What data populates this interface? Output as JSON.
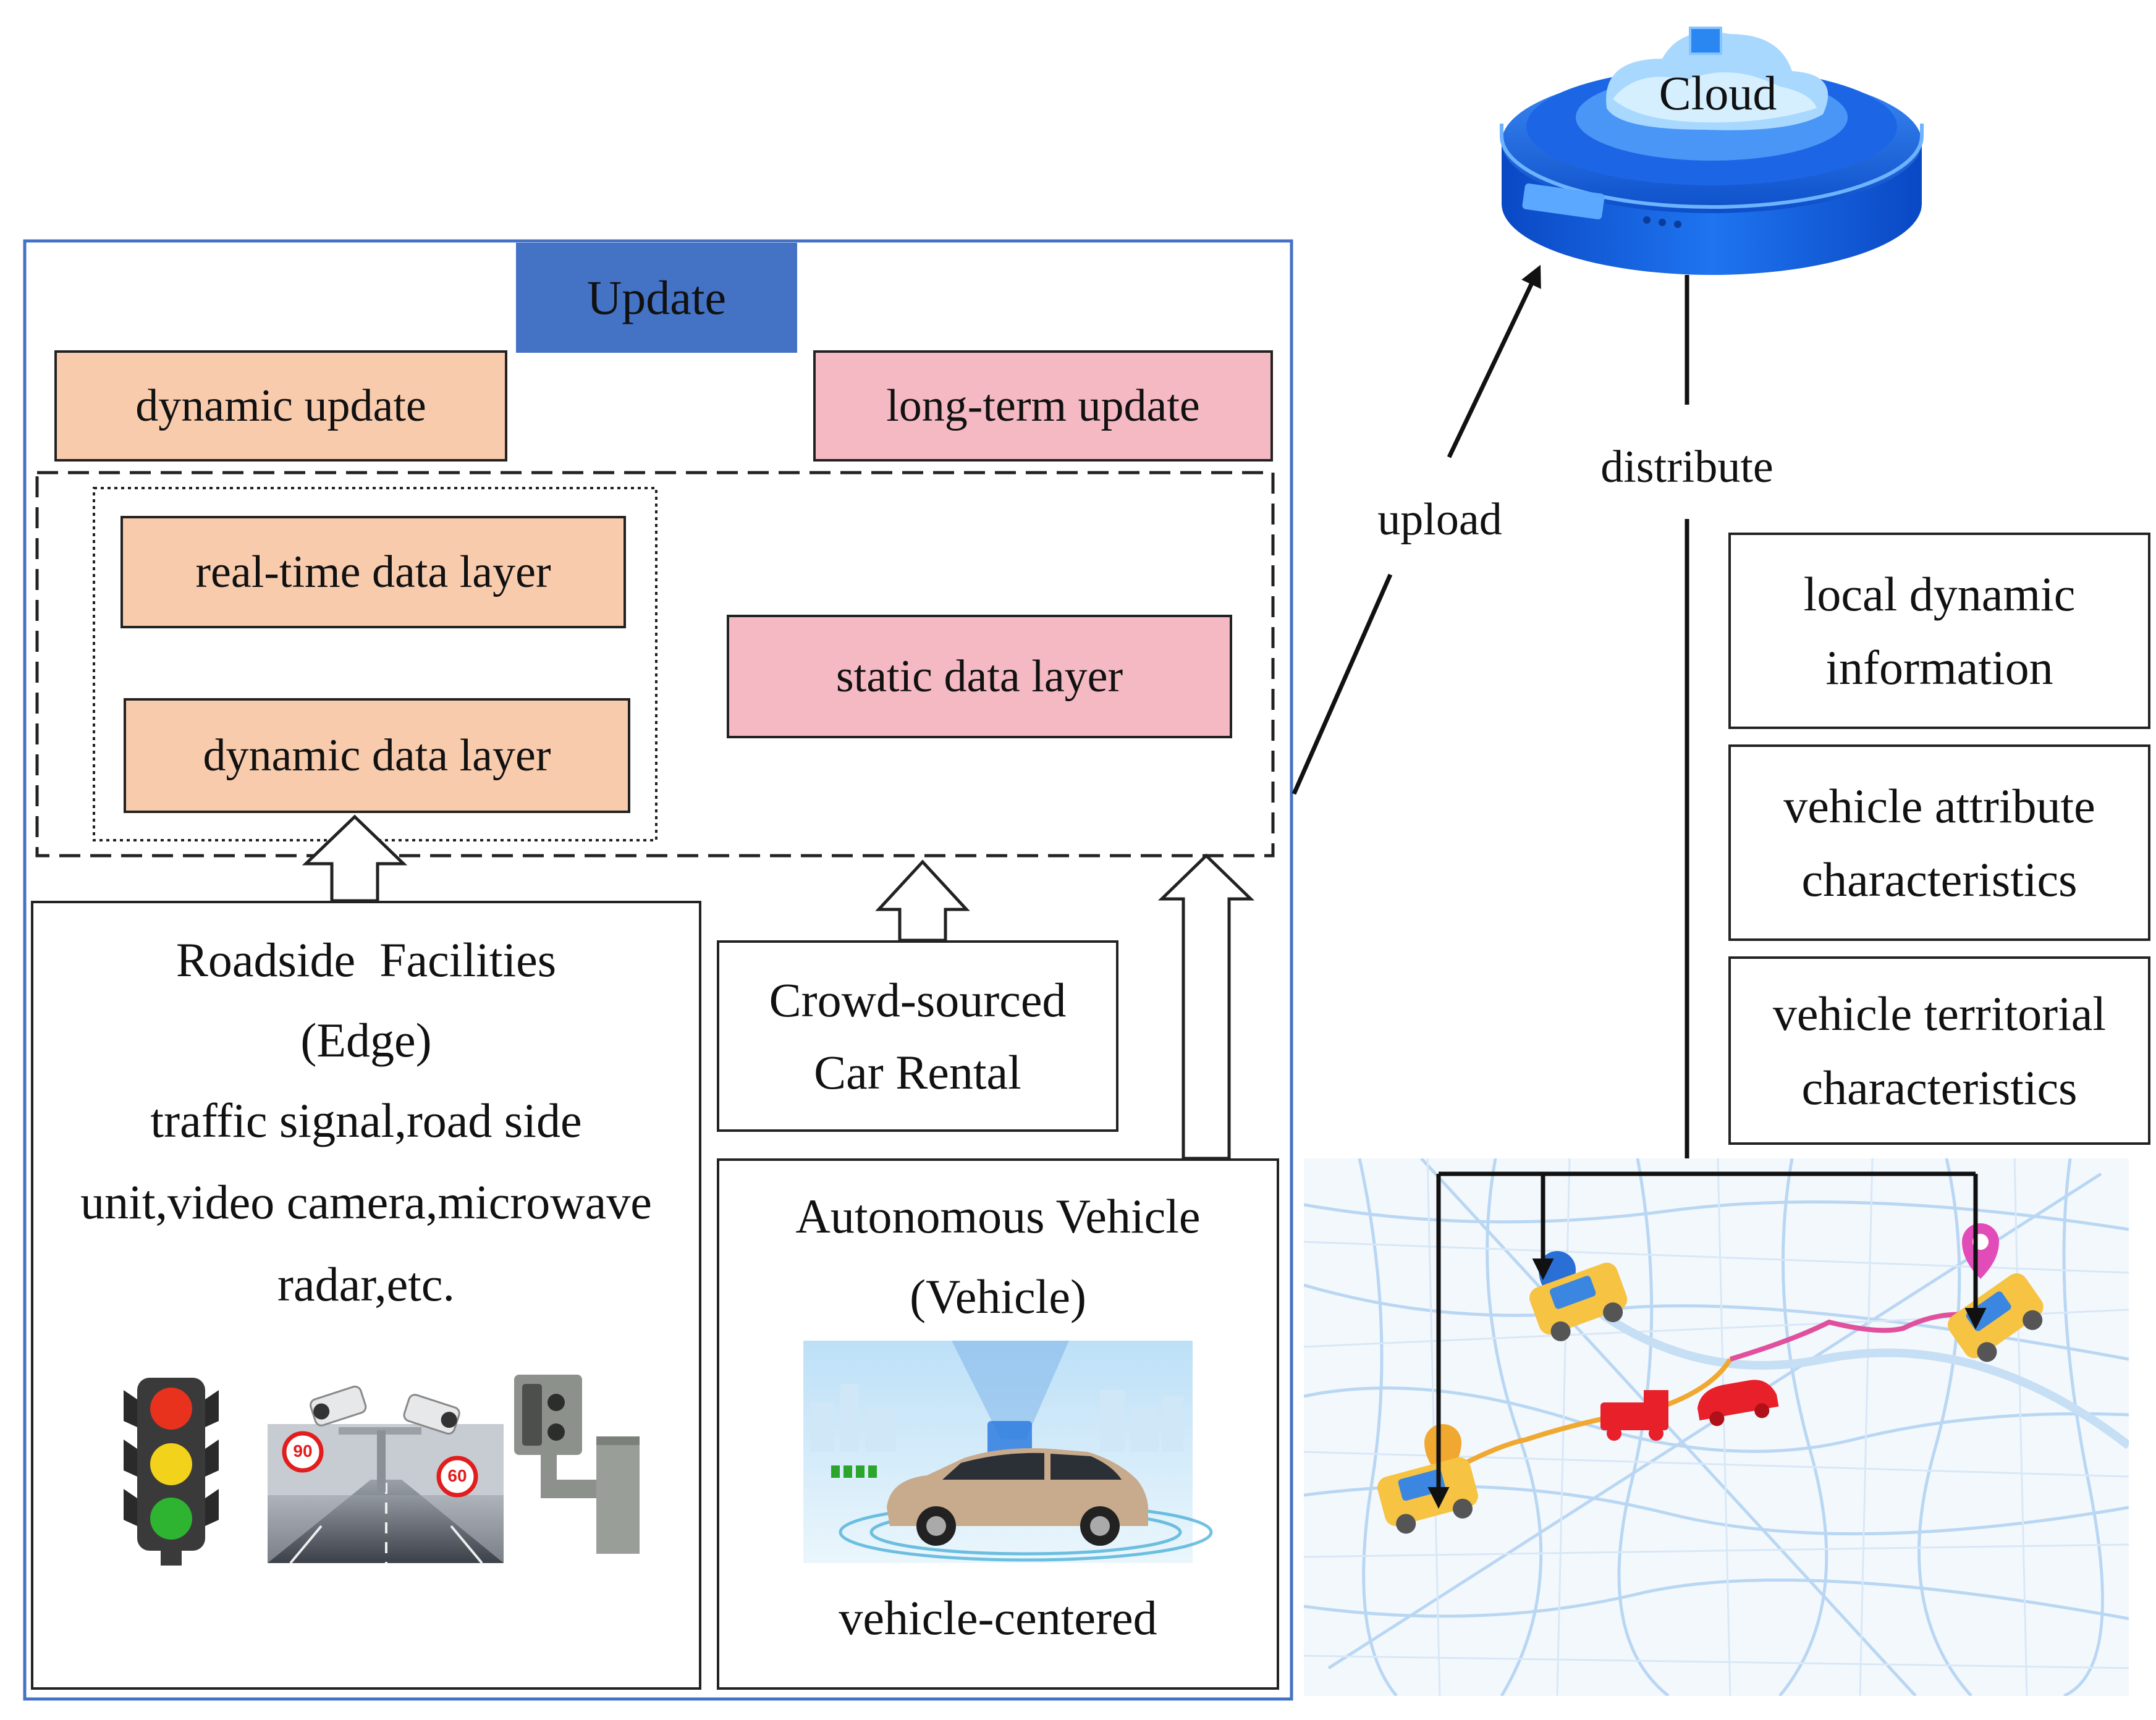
{
  "cloud": {
    "label": "Cloud"
  },
  "update_panel": {
    "title": "Update",
    "dynamic_update": "dynamic update",
    "long_term_update": "long-term update",
    "realtime_layer": "real-time data layer",
    "dynamic_layer": "dynamic data layer",
    "static_layer": "static data layer"
  },
  "roadside": {
    "title": "Roadside  Facilities",
    "subtitle": "(Edge)",
    "desc_lines": [
      "traffic signal,road side",
      "unit,video camera,microwave",
      "radar,etc."
    ],
    "signs": [
      "90",
      "60"
    ]
  },
  "crowd": {
    "lines": [
      "Crowd-sourced",
      "Car Rental"
    ]
  },
  "vehicle": {
    "title": "Autonomous Vehicle",
    "subtitle": "(Vehicle)",
    "caption": "vehicle-centered"
  },
  "flows": {
    "upload": "upload",
    "distribute": "distribute"
  },
  "info_boxes": [
    {
      "lines": [
        "local dynamic",
        "information"
      ]
    },
    {
      "lines": [
        "vehicle attribute",
        "characteristics"
      ]
    },
    {
      "lines": [
        "vehicle territorial",
        "characteristics"
      ]
    }
  ],
  "colors": {
    "update_header": "#4472c4",
    "orange_fill": "#f8cbad",
    "pink_fill": "#f4b9c2",
    "panel_border": "#4472c4",
    "cloud_blue": "#1565e0",
    "map_road": "#9fc8ee"
  }
}
